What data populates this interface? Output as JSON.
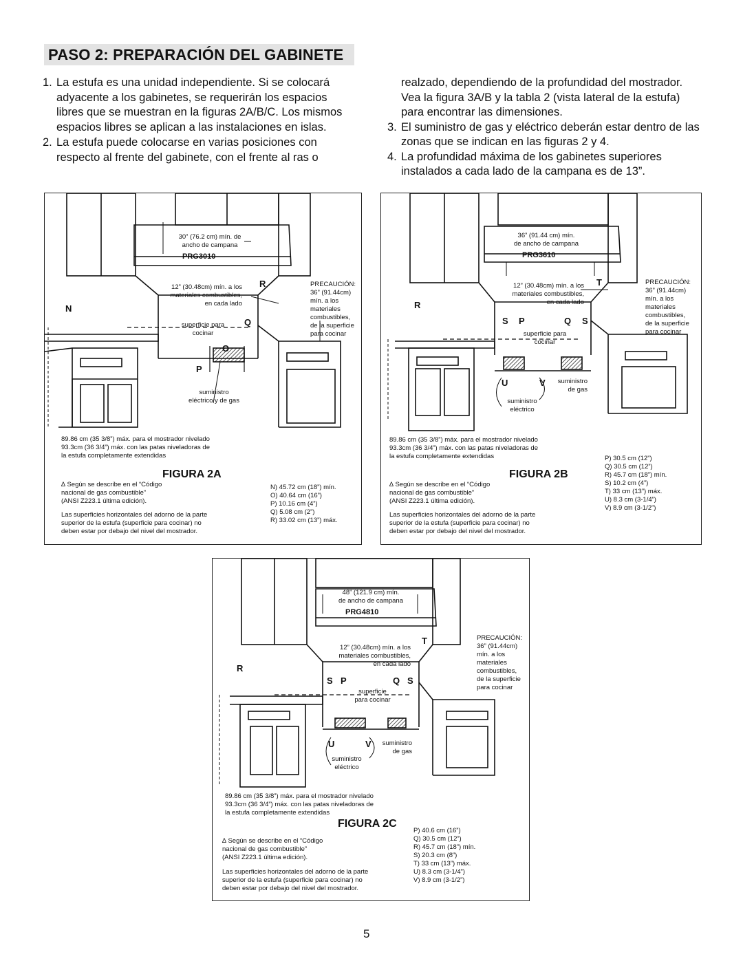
{
  "title": "PASO 2: PREPARACIÓN DEL GABINETE",
  "items": [
    {
      "num": "1.",
      "text": "La estufa es una unidad independiente. Si se colocará adyacente a los gabinetes, se requerirán los espacios libres que se muestran en la figuras 2A/B/C. Los mismos espacios libres se aplican a las instalaciones en islas."
    },
    {
      "num": "2.",
      "text": "La estufa puede colocarse en varias posiciones con respecto al frente del gabinete, con el frente al ras o"
    },
    {
      "num": "",
      "text": "realzado, dependiendo de la profundidad del mostrador. Vea la figura 3A/B y la tabla 2 (vista lateral de la estufa) para encontrar las dimensiones."
    },
    {
      "num": "3.",
      "text": "El suministro de gas y eléctrico deberán estar dentro de las zonas que se indican en las figuras 2 y 4."
    },
    {
      "num": "4.",
      "text": "La profundidad máxima de los gabinetes superiores instalados a cada lado de la campana es de 13”."
    }
  ],
  "common": {
    "precaucion": [
      "PRECAUCIÓN:",
      "36” (91.44cm)",
      "mín. a los",
      "materiales",
      "combustibles,",
      "de la superficie",
      "para cocinar"
    ],
    "side_clear": [
      "12” (30.48cm) mín. a los",
      "materiales combustibles,",
      "en cada lado"
    ],
    "superficie": [
      "superficie para",
      "cocinar"
    ],
    "superficie_c": [
      "superficie",
      "para cocinar"
    ],
    "counter": [
      "89.86 cm (35 3/8”) máx. para el mostrador nivelado",
      "93.3cm (36 3/4”) máx. con las patas niveladoras de",
      "la estufa completamente extendidas"
    ],
    "code": [
      "∆ Según se describe en el “Código",
      "nacional de gas combustible”",
      "(ANSI Z223.1 última edición)."
    ],
    "surfaces": [
      "Las superficies horizontales del adorno de la parte",
      "superior de la estufa (superficie para cocinar) no",
      "deben estar por debajo del nivel del mostrador."
    ],
    "suministro_e_g": [
      "suministro",
      "eléctrico y de gas"
    ],
    "suministro_e": [
      "suministro",
      "eléctrico"
    ],
    "suministro_g": [
      "suministro",
      "de gas"
    ]
  },
  "figures": {
    "a": {
      "label": "FIGURA 2A",
      "model": "PRG3010",
      "hood": [
        "30” (76.2 cm) mín. de",
        "ancho de campana"
      ],
      "dims": [
        "N)  45.72 cm (18”) mín.",
        "O)  40.64 cm (16”)",
        "P)  10.16 cm (4”)",
        "Q)  5.08 cm (2”)",
        "R)  33.02 cm (13”) máx."
      ],
      "letters": {
        "N": "N",
        "O": "O",
        "P": "P",
        "Q": "Q",
        "R": "R"
      }
    },
    "b": {
      "label": "FIGURA 2B",
      "model": "PRG3610",
      "hood": [
        "36” (91.44 cm) mín.",
        "de ancho de campana"
      ],
      "dims": [
        "P)  30.5 cm (12”)",
        "Q)  30.5 cm (12”)",
        "R)  45.7 cm (18”) mín.",
        "S)  10.2 cm (4”)",
        "T)  33 cm (13”) máx.",
        "U)  8.3 cm (3-1/4”)",
        "V)  8.9 cm (3-1/2”)"
      ],
      "letters": {
        "R": "R",
        "S": "S",
        "P": "P",
        "Q": "Q",
        "T": "T",
        "U": "U",
        "V": "V"
      }
    },
    "c": {
      "label": "FIGURA 2C",
      "model": "PRG4810",
      "hood": [
        "48” (121.9 cm) mín.",
        "de ancho de campana"
      ],
      "dims": [
        "P)  40.6 cm (16”)",
        "Q)  30.5 cm (12”)",
        "R)  45.7 cm (18”) mín.",
        "S)  20.3 cm (8”)",
        "T)  33 cm (13”) máx.",
        "U)  8.3 cm (3-1/4”)",
        "V)  8.9 cm (3-1/2”)"
      ],
      "letters": {
        "R": "R",
        "S": "S",
        "P": "P",
        "Q": "Q",
        "T": "T",
        "U": "U",
        "V": "V"
      }
    }
  },
  "page_number": "5"
}
